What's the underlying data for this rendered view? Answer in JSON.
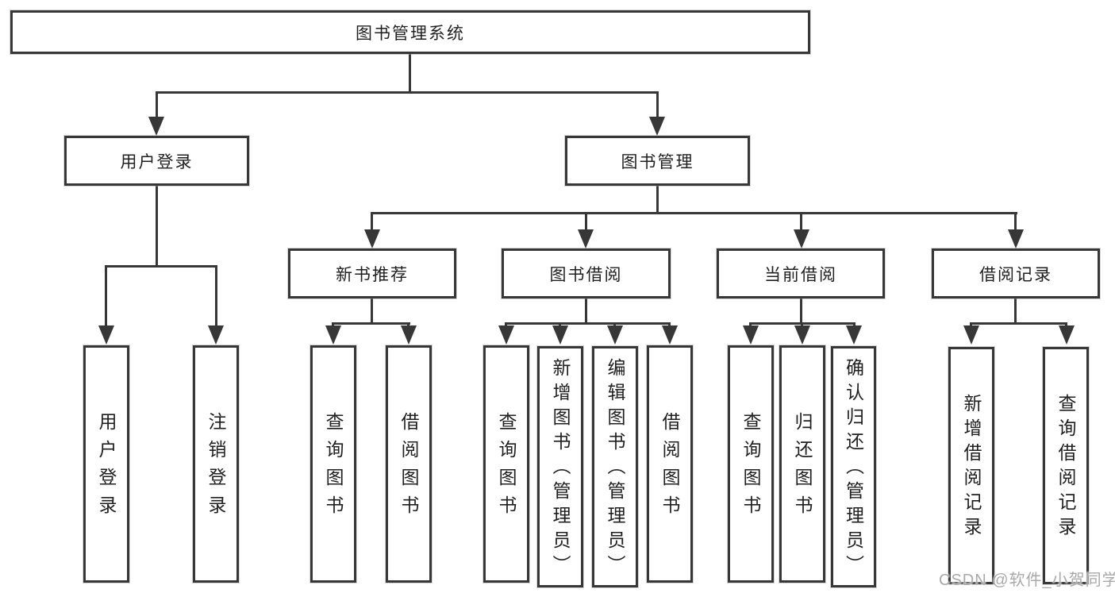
{
  "diagram": {
    "type": "hierarchy-tree",
    "title": "图书管理系统"
  },
  "nodes": {
    "root": "图书管理系统",
    "user_login": "用户登录",
    "book_mgmt": "图书管理",
    "new_books": "新书推荐",
    "book_borrow": "图书借阅",
    "current_borrow": "当前借阅",
    "borrow_records": "借阅记录",
    "leaf_user_login": "用户登录",
    "leaf_logout": "注销登录",
    "leaf_query_books_1": "查询图书",
    "leaf_borrow_books_1": "借阅图书",
    "leaf_query_books_2": "查询图书",
    "leaf_add_books": "新增图书（管理员）",
    "leaf_edit_books": "编辑图书（管理员）",
    "leaf_borrow_books_2": "借阅图书",
    "leaf_query_books_3": "查询图书",
    "leaf_return_books": "归还图书",
    "leaf_confirm_return": "确认归还（管理员）",
    "leaf_add_record": "新增借阅记录",
    "leaf_query_record": "查询借阅记录"
  },
  "hierarchy": {
    "label": "图书管理系统",
    "children": [
      {
        "label": "用户登录",
        "children": [
          "用户登录",
          "注销登录"
        ]
      },
      {
        "label": "图书管理",
        "children": [
          {
            "label": "新书推荐",
            "children": [
              "查询图书",
              "借阅图书"
            ]
          },
          {
            "label": "图书借阅",
            "children": [
              "查询图书",
              "新增图书（管理员）",
              "编辑图书（管理员）",
              "借阅图书"
            ]
          },
          {
            "label": "当前借阅",
            "children": [
              "查询图书",
              "归还图书",
              "确认归还（管理员）"
            ]
          },
          {
            "label": "借阅记录",
            "children": [
              "新增借阅记录",
              "查询借阅记录"
            ]
          }
        ]
      }
    ]
  },
  "watermark": "CSDN @软件_小贺同学",
  "colors": {
    "background": "#ffffff",
    "line": "#373737",
    "box_border": "#373737",
    "text": "#1f1f1f",
    "watermark": "#a9a9a9"
  }
}
